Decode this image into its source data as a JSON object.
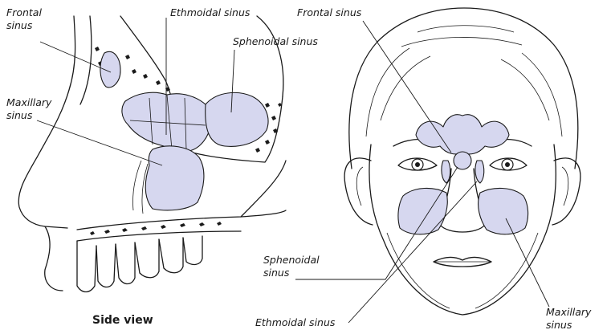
{
  "colors": {
    "sinus_fill": "#d6d7ef",
    "ink": "#1a1a1a",
    "background": "#ffffff"
  },
  "side_view": {
    "caption": "Side view",
    "labels": {
      "frontal": [
        "Frontal",
        "sinus"
      ],
      "ethmoidal": "Ethmoidal sinus",
      "sphenoidal": "Sphenoidal sinus",
      "maxillary": [
        "Maxillary",
        "sinus"
      ]
    }
  },
  "front_view": {
    "labels": {
      "frontal": "Frontal sinus",
      "sphenoidal": [
        "Sphenoidal",
        "sinus"
      ],
      "ethmoidal": "Ethmoidal sinus",
      "maxillary": [
        "Maxillary",
        "sinus"
      ]
    }
  }
}
